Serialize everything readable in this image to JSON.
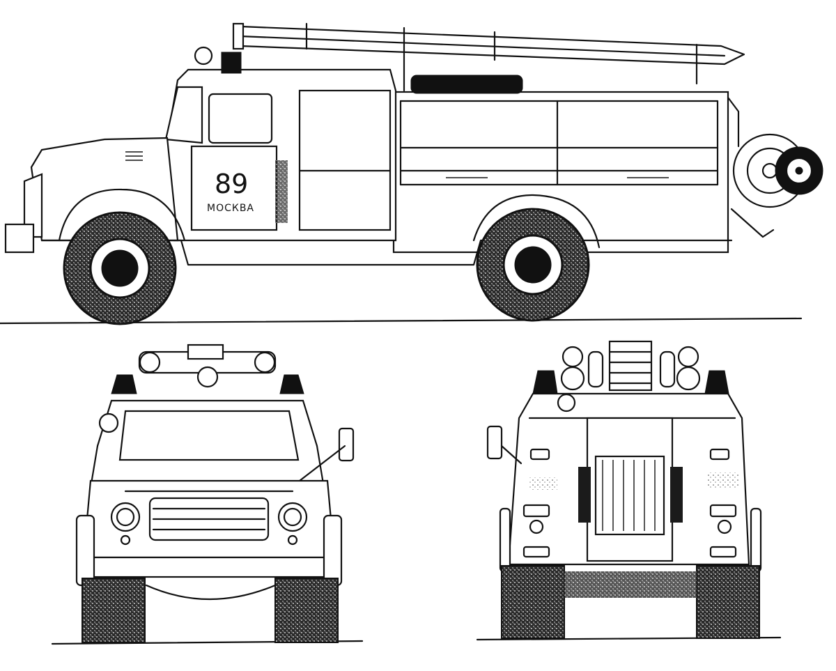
{
  "vehicle": {
    "cab_number": "89",
    "cab_city": "МОСКВА"
  },
  "views": [
    "side-view",
    "front-view",
    "rear-view"
  ],
  "colors": {
    "ink": "#111111",
    "paper": "#ffffff"
  }
}
